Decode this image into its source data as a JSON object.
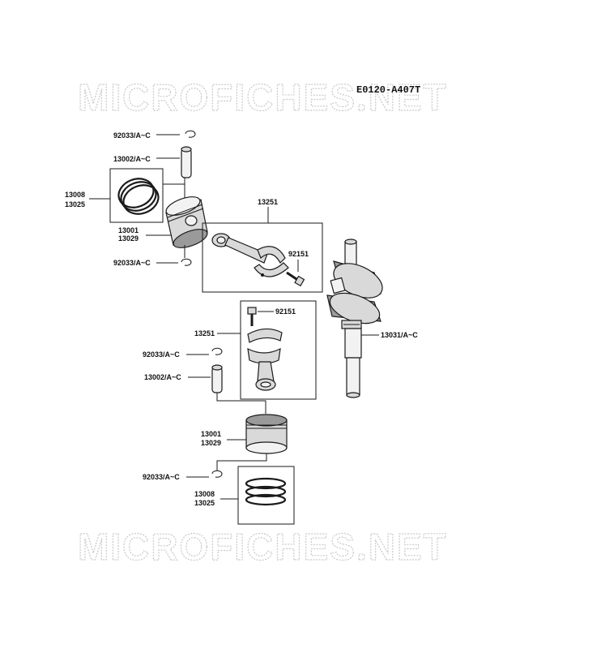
{
  "diagram_code": "E0120-A407T",
  "watermark": {
    "top": "MICROFICHES.NET",
    "bottom": "MICROFICHES.NET"
  },
  "labels": {
    "snap_ring_top_a": "92033/A~C",
    "pin_top": "13002/A~C",
    "rings_top_a": "13008",
    "rings_top_b": "13025",
    "piston_top_a": "13001",
    "piston_top_b": "13029",
    "snap_ring_top_b": "92033/A~C",
    "rod_top": "13251",
    "bolt_top": "92151",
    "bolt_mid": "92151",
    "rod_mid": "13251",
    "crankshaft": "13031/A~C",
    "snap_ring_mid_a": "92033/A~C",
    "pin_mid": "13002/A~C",
    "piston_mid_a": "13001",
    "piston_mid_b": "13029",
    "snap_ring_mid_b": "92033/A~C",
    "rings_mid_a": "13008",
    "rings_mid_b": "13025"
  }
}
